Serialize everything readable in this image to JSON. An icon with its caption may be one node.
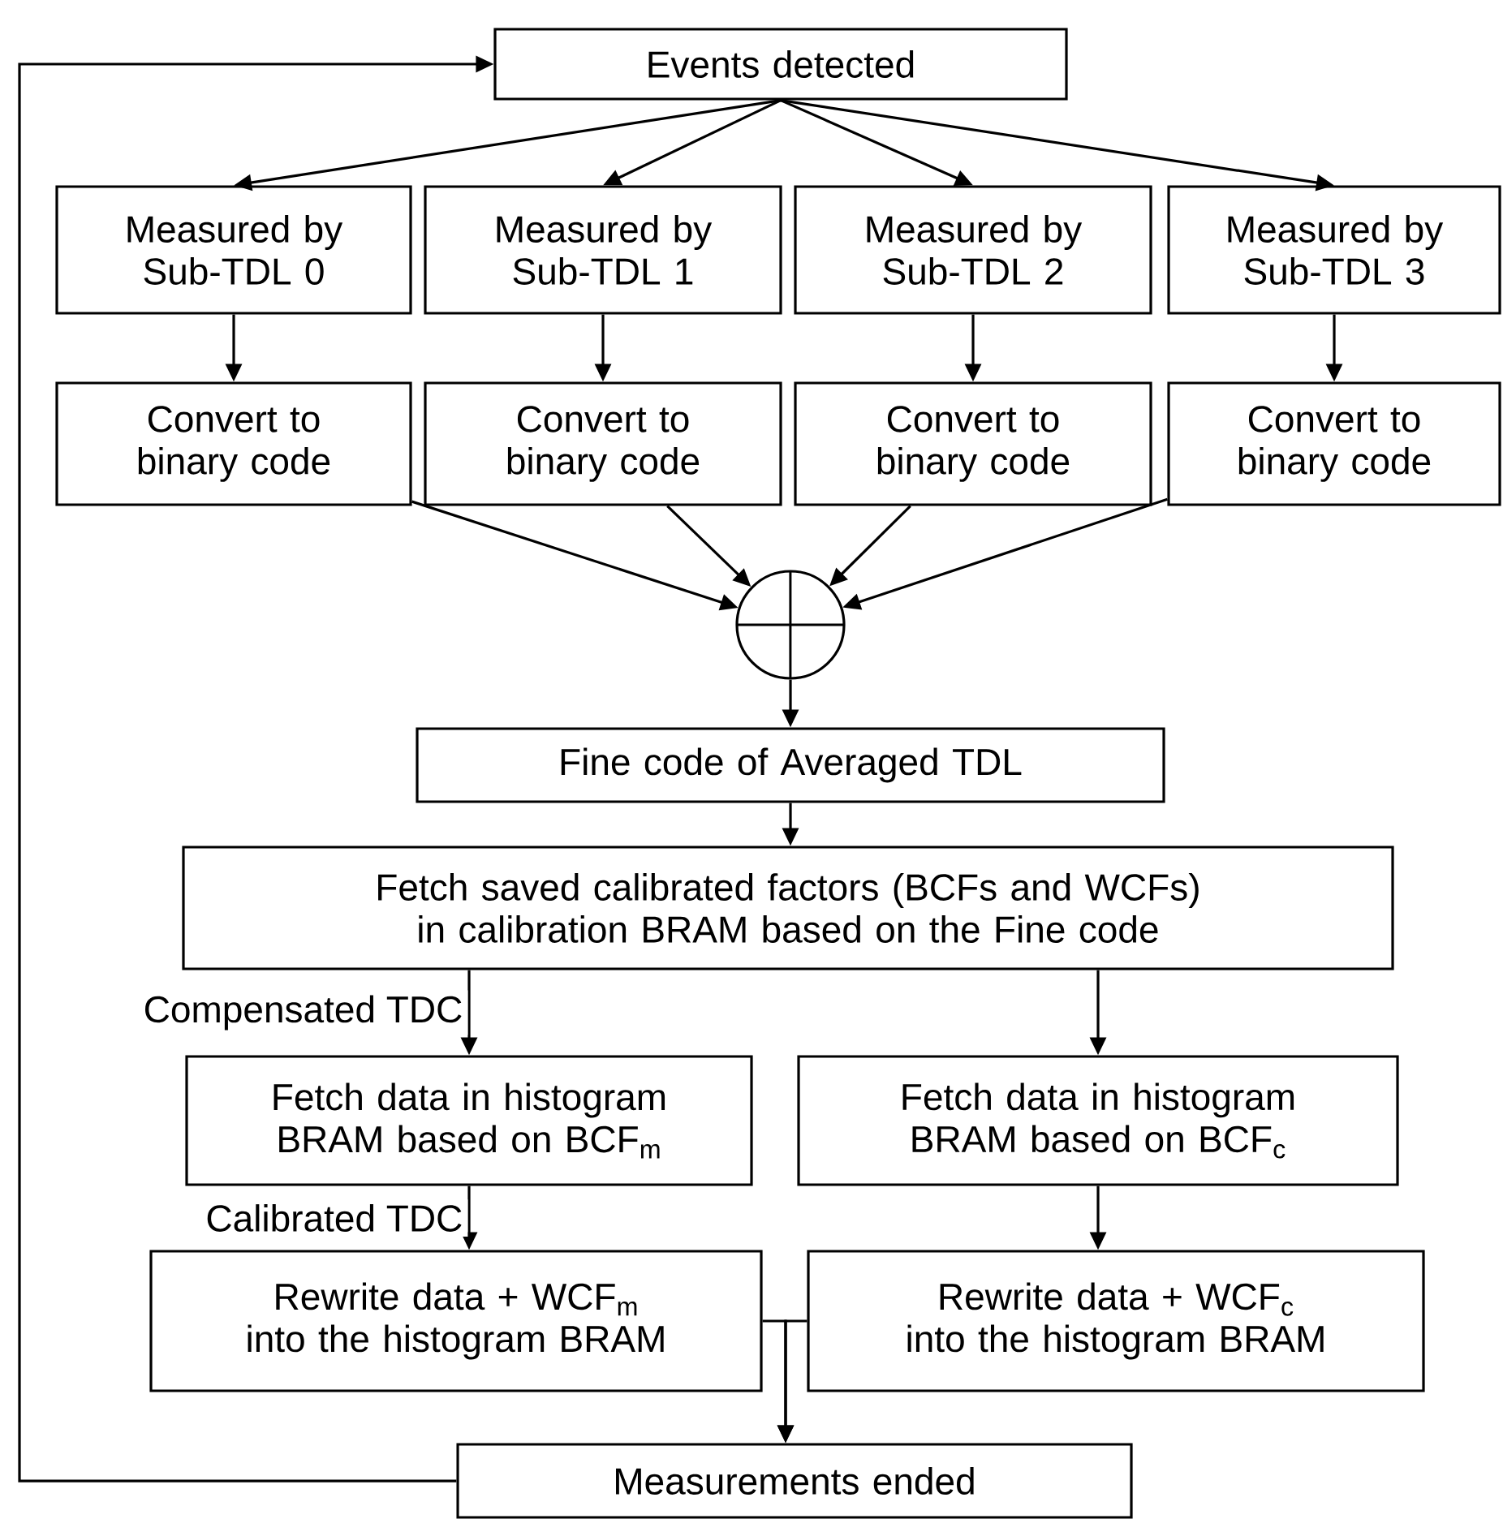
{
  "diagram": {
    "nodes": [
      {
        "text": [
          "Events detected"
        ]
      },
      {
        "text": [
          "Measured by Sub-TDL 0"
        ]
      },
      {
        "text": [
          "Measured by Sub-TDL 1"
        ]
      },
      {
        "text": [
          "Measured by Sub-TDL 2"
        ]
      },
      {
        "text": [
          "Measured by Sub-TDL 3"
        ]
      },
      {
        "text": [
          "Convert to binary code"
        ]
      },
      {
        "text": [
          "Convert to binary code"
        ]
      },
      {
        "text": [
          "Convert to binary code"
        ]
      },
      {
        "text": [
          "Convert to binary code"
        ]
      },
      {
        "text": [],
        "shape": "circle"
      },
      {
        "text": [
          "Fine code of Averaged TDL"
        ]
      },
      {
        "text": [
          "Fetch saved calibrated factors (BCFs and WCFs) in calibration BRAM based on the Fine code"
        ]
      },
      {
        "text": [
          "Fetch data in histogram BRAM based on BCF$_{m}$"
        ]
      },
      {
        "text": [
          "Fetch data in histogram BRAM based on BCF$_{c}$"
        ]
      },
      {
        "text": [
          "Rewrite data + WCF$_{m}$ into the histogram BRAM"
        ]
      },
      {
        "text": [
          "Rewrite data + WCF$_{c}$ into the histogram BRAM"
        ]
      },
      {
        "text": [
          "Measurements ended"
        ]
      }
    ],
    "edges": [
      {
        "from": 0,
        "to": 1,
        "arrow": "to"
      },
      {
        "from": 0,
        "to": 2,
        "arrow": "to"
      },
      {
        "from": 0,
        "to": 3,
        "arrow": "to"
      },
      {
        "from": 0,
        "to": 4,
        "arrow": "to"
      },
      {
        "from": 1,
        "to": 5,
        "arrow": "to"
      },
      {
        "from": 2,
        "to": 6,
        "arrow": "to"
      },
      {
        "from": 3,
        "to": 7,
        "arrow": "to"
      },
      {
        "from": 4,
        "to": 8,
        "arrow": "to"
      },
      {
        "from": 5,
        "to": 9,
        "arrow": "to"
      },
      {
        "from": 6,
        "to": 9,
        "arrow": "to"
      },
      {
        "from": 7,
        "to": 9,
        "arrow": "to"
      },
      {
        "from": 8,
        "to": 9,
        "arrow": "to"
      },
      {
        "from": 9,
        "to": 10,
        "arrow": "to"
      },
      {
        "from": 10,
        "to": 11,
        "arrow": "to"
      },
      {
        "from": 11,
        "to": 12,
        "arrow": "to",
        "label": "Compensated TDC"
      },
      {
        "from": 11,
        "to": 13,
        "arrow": "to"
      },
      {
        "from": 12,
        "to": 14,
        "arrow": "to",
        "label": "Calibrated TDC"
      },
      {
        "from": 13,
        "to": 15,
        "arrow": "to"
      },
      {
        "from": 14,
        "to": 16,
        "arrow": "to"
      },
      {
        "from": 15,
        "to": 16,
        "arrow": "to"
      },
      {
        "from": 16,
        "to": 0,
        "arrow": "to"
      }
    ]
  }
}
